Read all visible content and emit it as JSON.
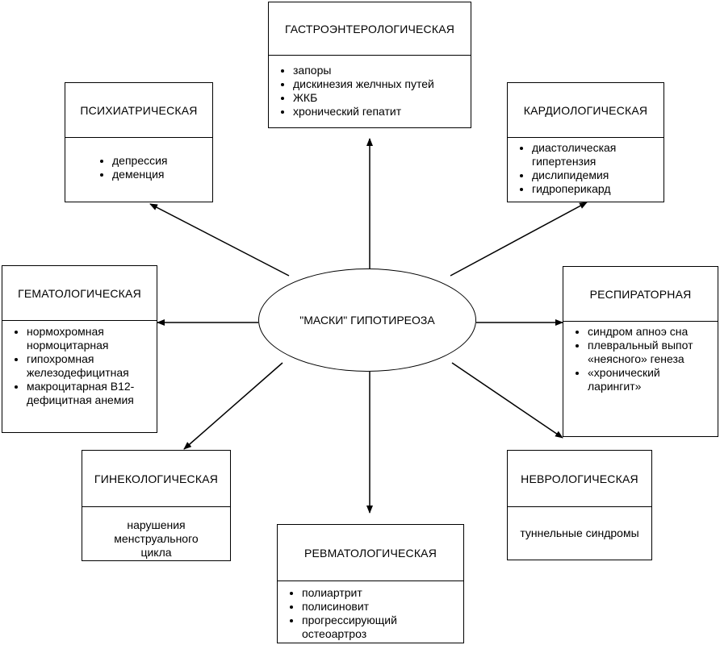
{
  "center": {
    "label": "\"МАСКИ\" ГИПОТИРЕОЗА"
  },
  "boxes": {
    "gastro": {
      "title": "ГАСТРОЭНТЕРОЛОГИЧЕСКАЯ",
      "items": [
        "запоры",
        "дискинезия желчных путей",
        "ЖКБ",
        "хронический гепатит"
      ]
    },
    "psych": {
      "title": "ПСИХИАТРИЧЕСКАЯ",
      "items": [
        "депрессия",
        "деменция"
      ]
    },
    "cardio": {
      "title": "КАРДИОЛОГИЧЕСКАЯ",
      "items": [
        "диастолическая гипертензия",
        "дислипидемия",
        "гидроперикард"
      ]
    },
    "hemato": {
      "title": "ГЕМАТОЛОГИЧЕСКАЯ",
      "items": [
        "нормохромная нормоцитарная",
        "гипохромная железодефицитная",
        "макроцитарная В12-дефицитная анемия"
      ]
    },
    "resp": {
      "title": "РЕСПИРАТОРНАЯ",
      "items": [
        "синдром апноэ сна",
        "плевральный выпот «неясного» генеза",
        "«хронический ларингит»"
      ]
    },
    "gyn": {
      "title": "ГИНЕКОЛОГИЧЕСКАЯ",
      "text": "нарушения менструального цикла"
    },
    "neuro": {
      "title": "НЕВРОЛОГИЧЕСКАЯ",
      "text": "туннельные синдромы"
    },
    "rheum": {
      "title": "РЕВМАТОЛОГИЧЕСКАЯ",
      "items": [
        "полиартрит",
        "полисиновит",
        "прогрессирующий остеоартроз"
      ]
    }
  },
  "colors": {
    "stroke": "#000000",
    "background": "#ffffff"
  }
}
